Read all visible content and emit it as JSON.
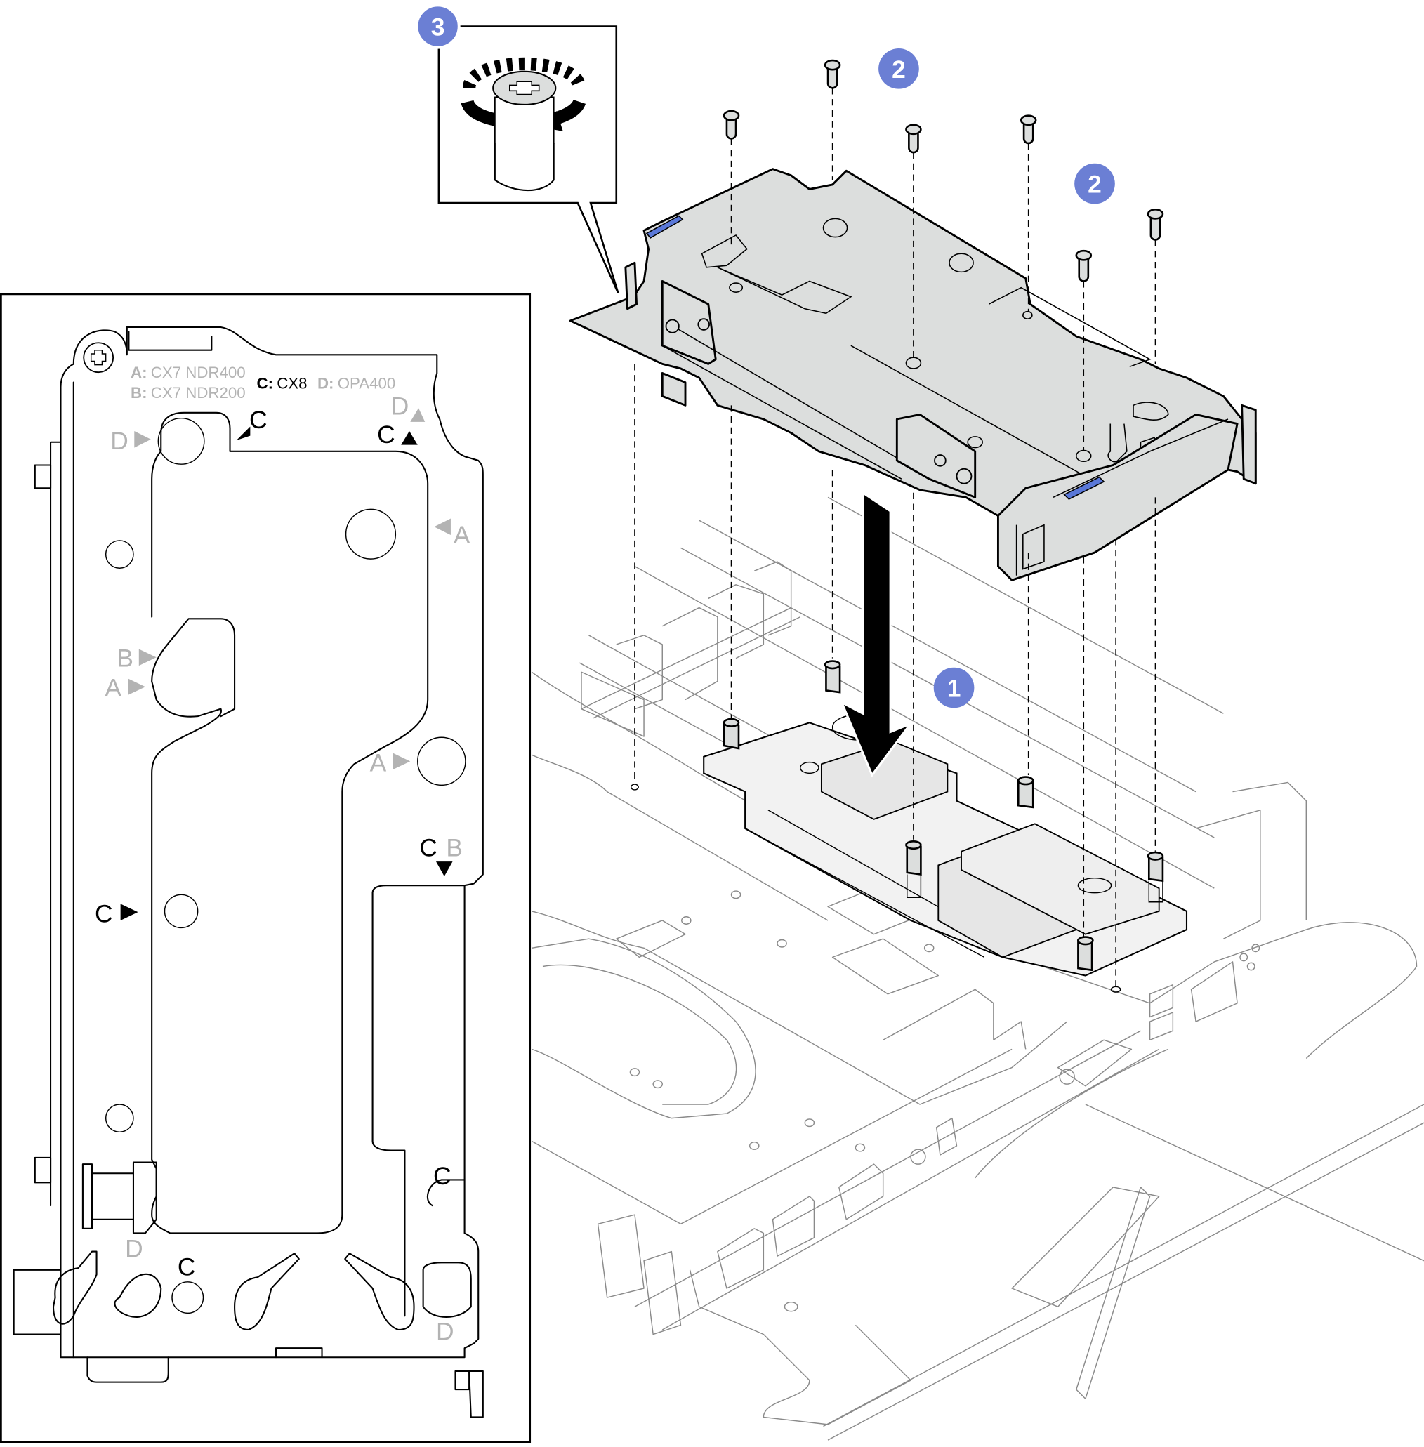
{
  "figure": {
    "type": "hardware installation illustration",
    "subject": "Install riser cage / adapter bracket onto system board standoffs"
  },
  "colors": {
    "badge": "#6b7fd4",
    "badge_text": "#ffffff",
    "active_label": "#000000",
    "inactive_label": "#b3b3b3",
    "cage_fill": "#dcdedd",
    "blue_tab": "#5a78d8",
    "background_lines": "#8a8a8a"
  },
  "steps": [
    {
      "number": "1",
      "action": "Lower cage onto standoffs (arrow down)"
    },
    {
      "number": "2",
      "action": "Install screws"
    },
    {
      "number": "2",
      "action": "Install screws"
    },
    {
      "number": "3",
      "action": "Tighten captive thumbscrew"
    }
  ],
  "callout": {
    "badge": "3",
    "icon": "captive-thumbscrew-rotate-icon"
  },
  "inset": {
    "legend": [
      {
        "key": "A:",
        "value": "CX7 NDR400",
        "active": false
      },
      {
        "key": "B:",
        "value": "CX7 NDR200",
        "active": false
      },
      {
        "key": "C:",
        "value": "CX8",
        "active": true
      },
      {
        "key": "D:",
        "value": "OPA400",
        "active": false
      }
    ],
    "markers": [
      {
        "text": "D",
        "arrow": "right",
        "active": false
      },
      {
        "text": "C",
        "arrow": "down-left",
        "active": true
      },
      {
        "text": "D",
        "arrow": "up",
        "active": false
      },
      {
        "text": "C",
        "arrow": "up",
        "active": true
      },
      {
        "text": "A",
        "arrow": "left",
        "active": false
      },
      {
        "text": "B",
        "arrow": "right",
        "active": false
      },
      {
        "text": "A",
        "arrow": "right",
        "active": false
      },
      {
        "text": "A",
        "arrow": "right",
        "active": false
      },
      {
        "text": "C",
        "arrow": "down",
        "active": true
      },
      {
        "text": "B",
        "arrow": "down",
        "active": false
      },
      {
        "text": "C",
        "arrow": "right",
        "active": true
      },
      {
        "text": "C",
        "arrow": "none",
        "active": true
      },
      {
        "text": "D",
        "arrow": "none",
        "active": false
      },
      {
        "text": "C",
        "arrow": "none",
        "active": true
      },
      {
        "text": "D",
        "arrow": "none",
        "active": false
      }
    ]
  }
}
